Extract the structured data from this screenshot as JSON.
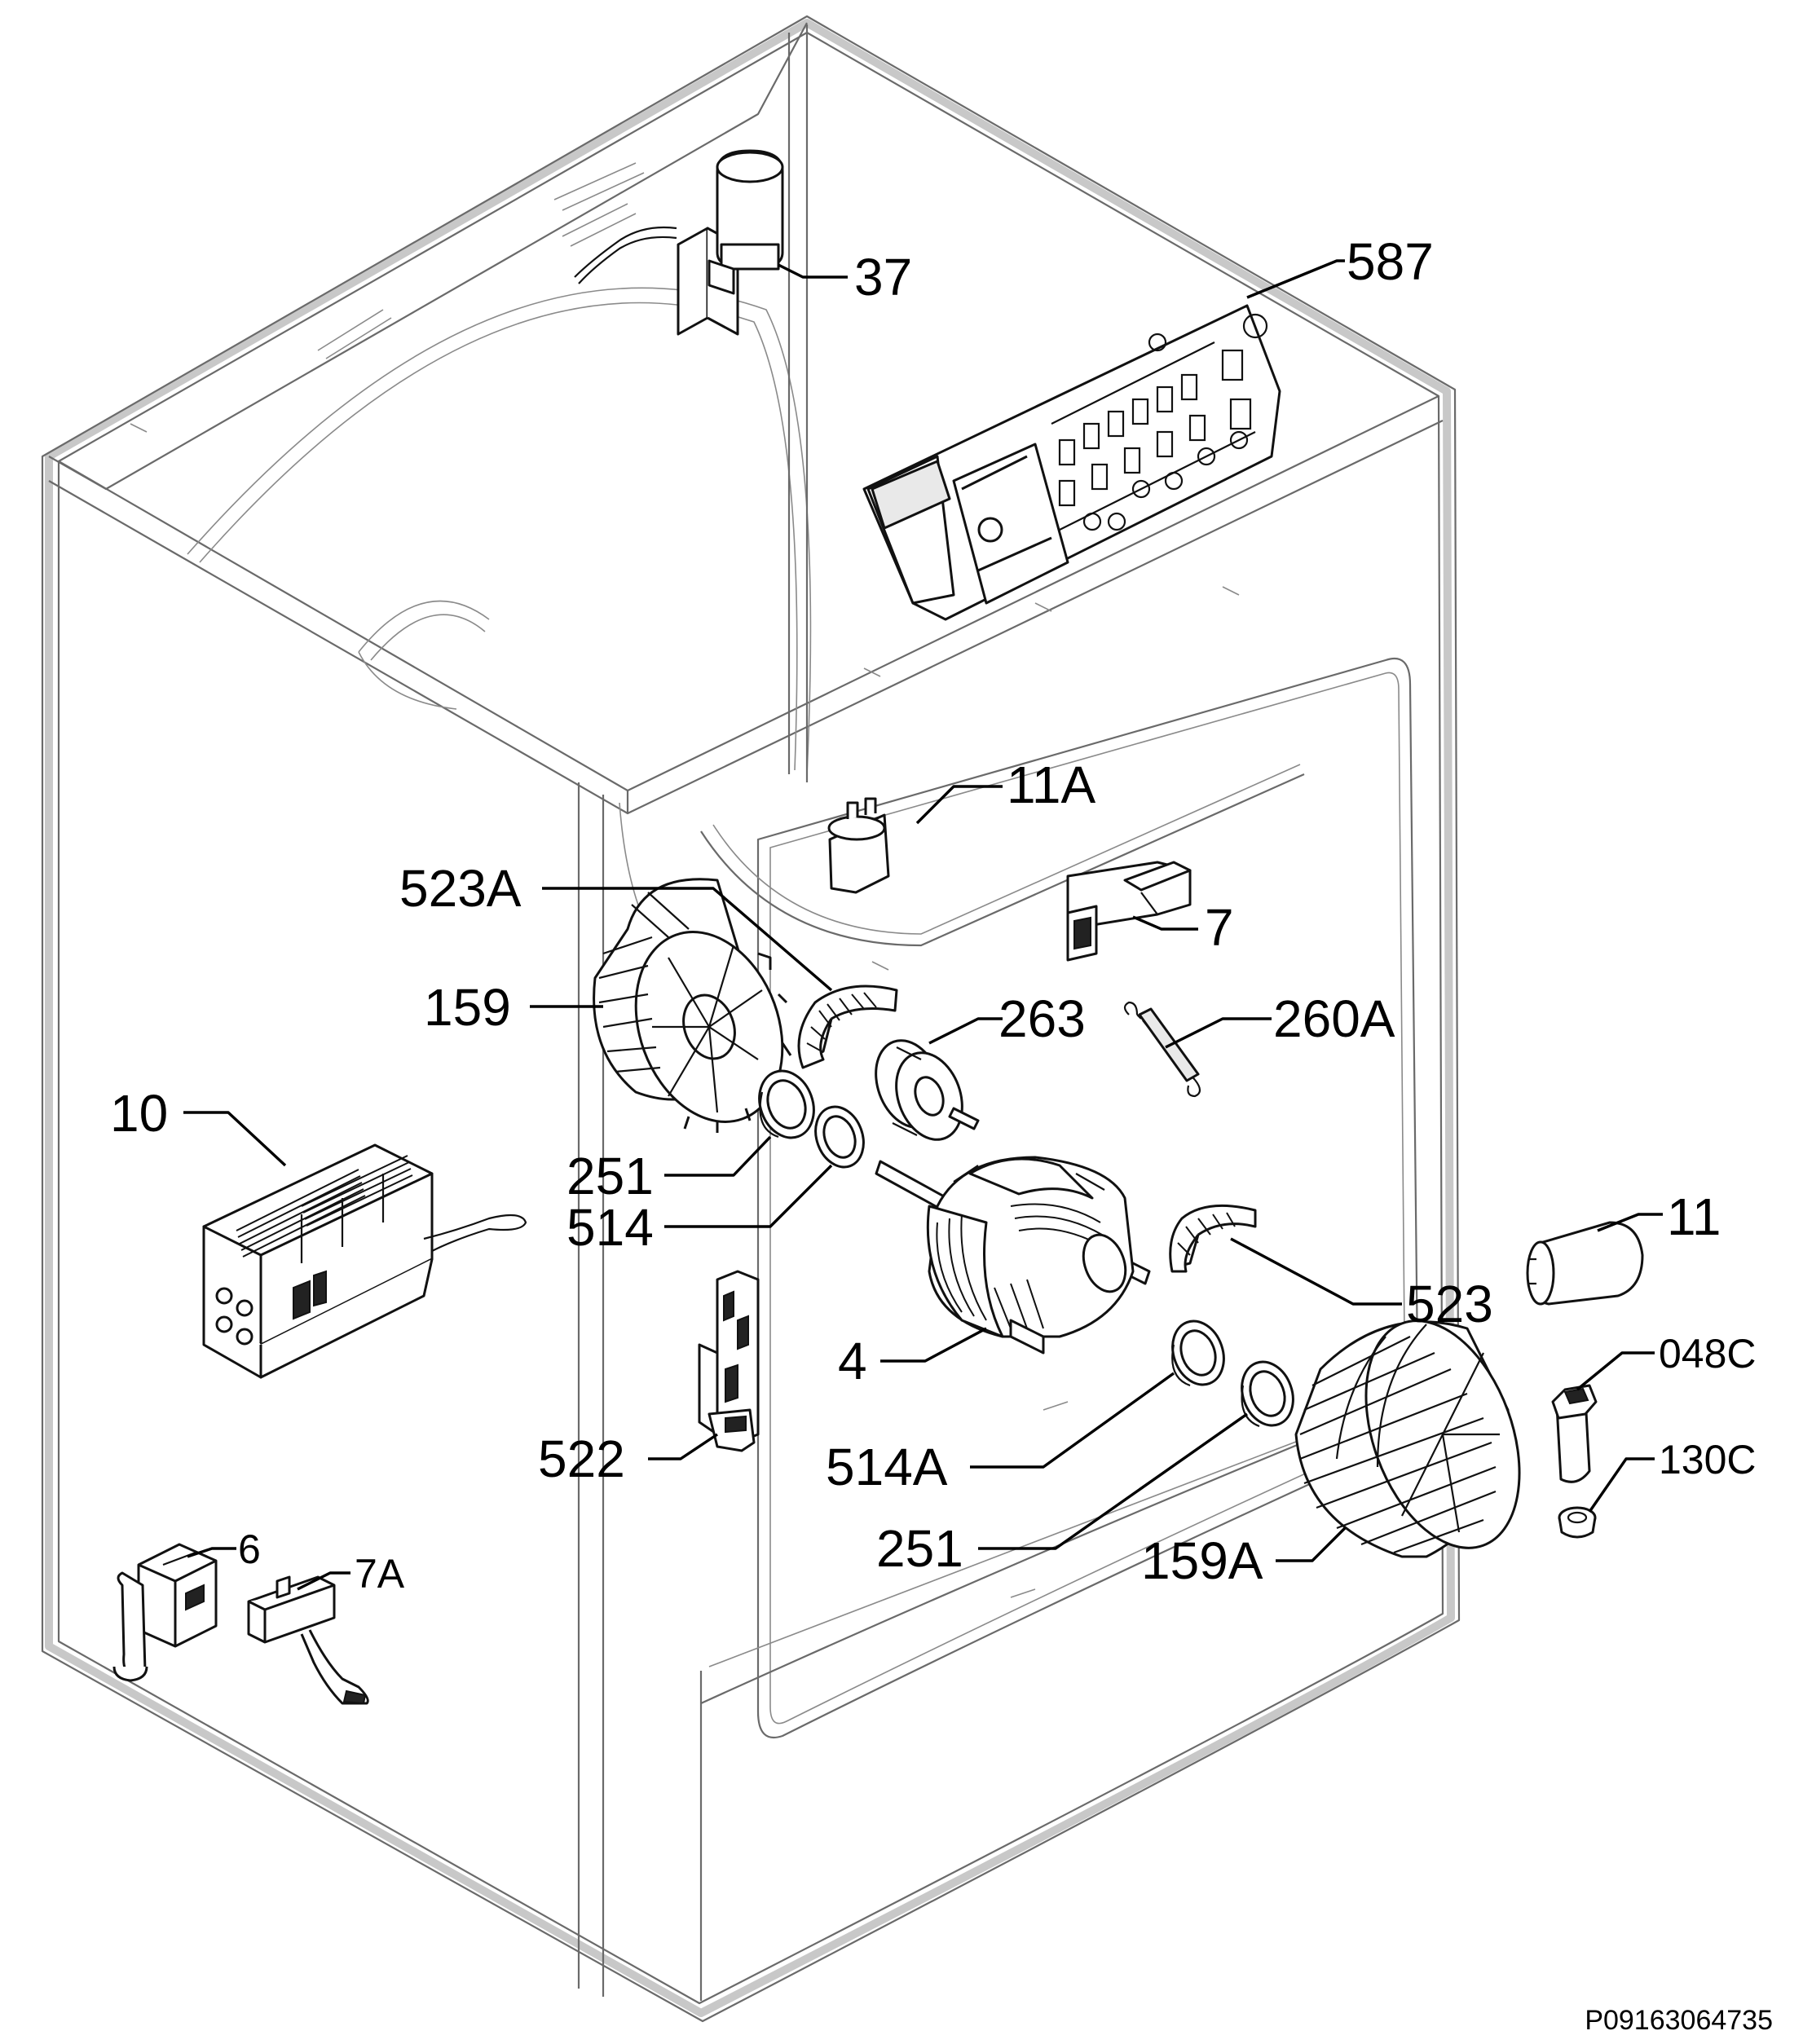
{
  "labels": {
    "l37": "37",
    "l587": "587",
    "l11a": "11A",
    "l523a": "523A",
    "l7": "7",
    "l159": "159",
    "l263": "263",
    "l260a": "260A",
    "l10": "10",
    "l251a": "251",
    "l514": "514",
    "l11": "11",
    "l523": "523",
    "l4": "4",
    "l048c": "048C",
    "l522": "522",
    "l514a": "514A",
    "l130c": "130C",
    "l251b": "251",
    "l159a": "159A",
    "l6": "6",
    "l7a": "7A"
  },
  "figure_code": "P09163064735"
}
